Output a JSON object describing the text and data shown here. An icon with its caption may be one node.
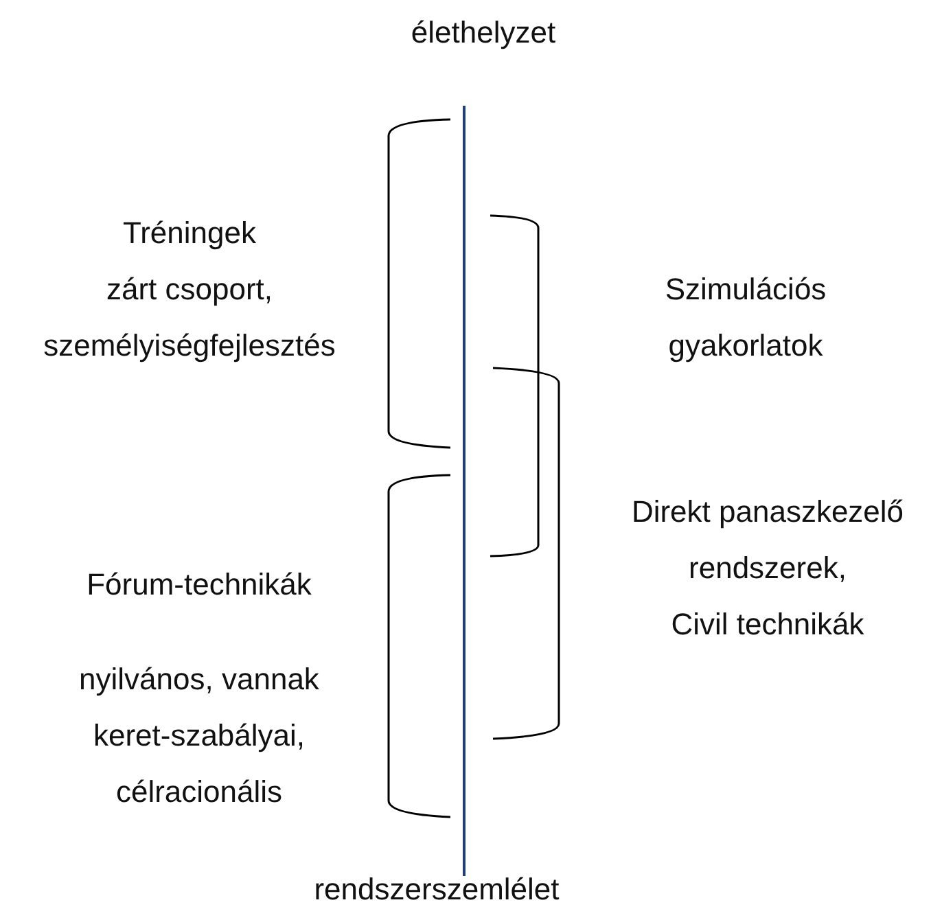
{
  "diagram": {
    "labels": [
      "élethelyzet",
      "Tréningek",
      "zárt csoport, személyiségfejlesztés",
      "Szimulációs gyakorlatok",
      "Direkt panaszkezelő rendszerek,",
      "Civil technikák",
      "Fórum-technikák",
      "nyilvános, vannak keret-szabályai, célracionális",
      "rendszerszemlélet"
    ]
  }
}
